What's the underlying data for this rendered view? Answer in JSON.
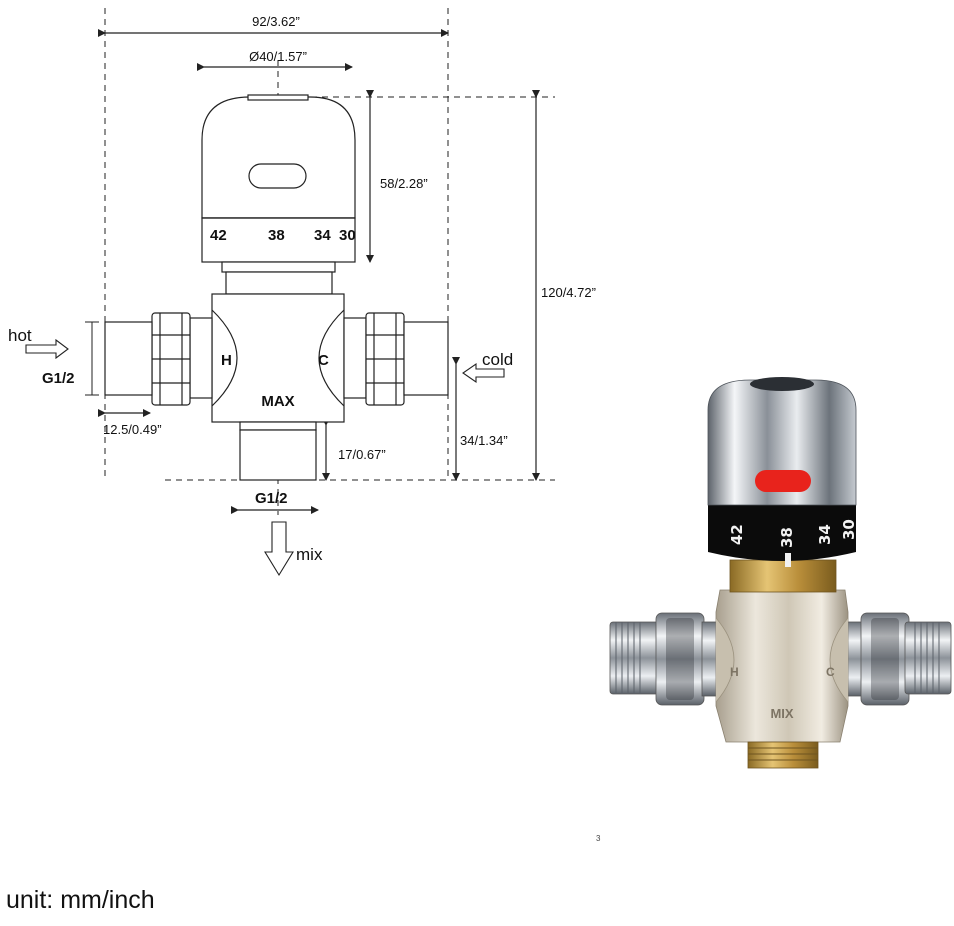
{
  "title": "",
  "dimensions": {
    "overall_width": "92/3.62”",
    "cap_diameter": "Ø40/1.57”",
    "cap_height": "58/2.28”",
    "total_height": "120/4.72”",
    "thread_length": "12.5/0.49”",
    "outlet_length": "17/0.67”",
    "outlet_height": "34/1.34”"
  },
  "ports": {
    "hot_label": "hot",
    "cold_label": "cold",
    "mix_label": "mix",
    "inlet_thread": "G1/2",
    "outlet_thread": "G1/2"
  },
  "body_marks": {
    "hot_letter": "H",
    "cold_letter": "C",
    "mix_mark": "MAX"
  },
  "temperature_scale": [
    "42",
    "38",
    "34",
    "30"
  ],
  "photo": {
    "scale": [
      "42",
      "38",
      "34",
      "30"
    ],
    "body_mark": "MIX",
    "hot_letter": "H",
    "cold_letter": "C"
  },
  "footnote": "unit: mm/inch",
  "colors": {
    "line": "#222222",
    "chrome": "#c8ccd2",
    "brass": "#c8a046",
    "nickel": "#d9d3c6",
    "indicator_red": "#e8231c",
    "scale_band": "#0b0b0b"
  }
}
